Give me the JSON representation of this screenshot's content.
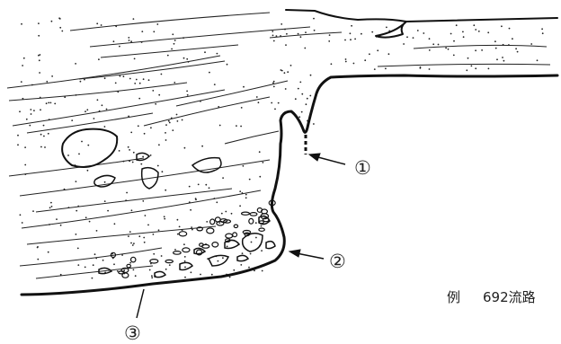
{
  "labels": {
    "one": "①",
    "two": "②",
    "three": "③"
  },
  "caption": {
    "prefix": "例",
    "text": "692流路"
  },
  "colors": {
    "ink": "#111111",
    "background": "#ffffff"
  }
}
